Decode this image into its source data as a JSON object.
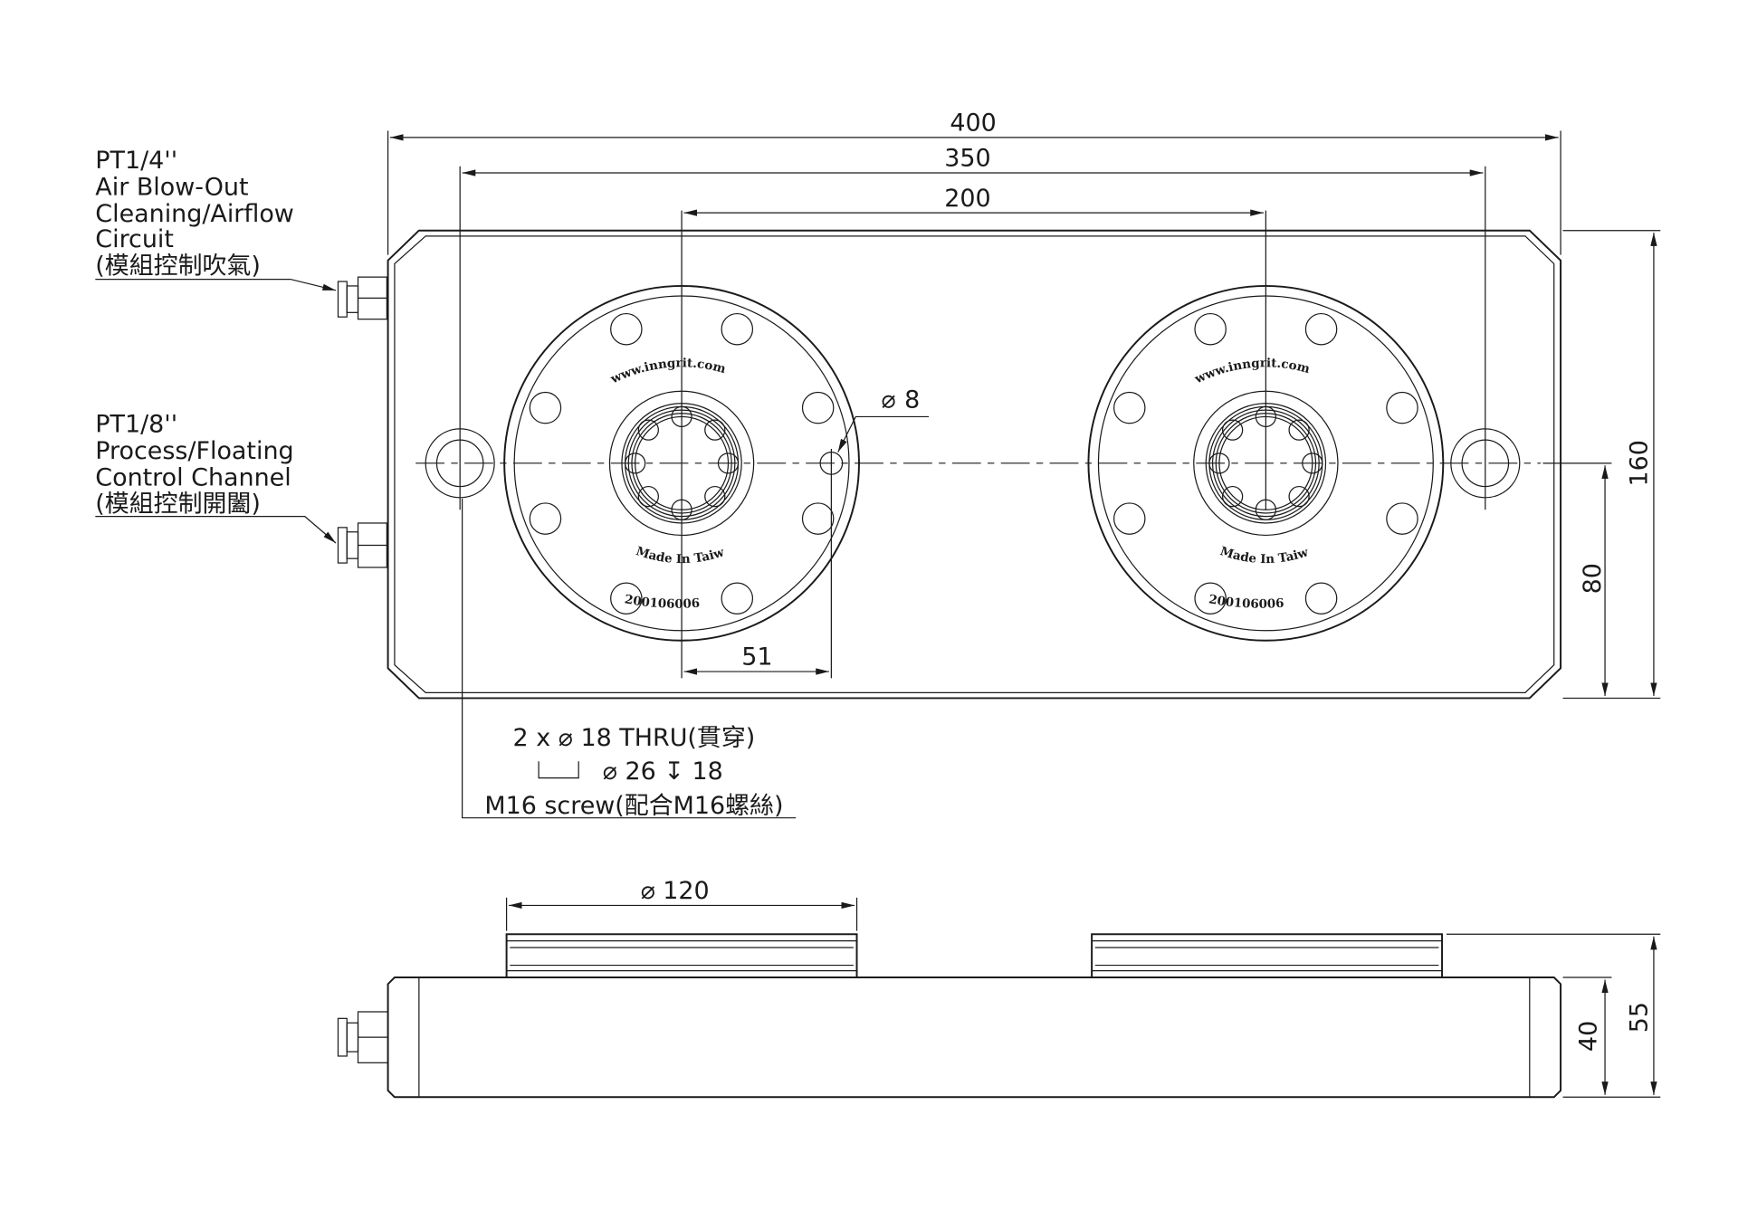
{
  "labels": {
    "air_port": {
      "size": "PT1/4''",
      "line1": "Air Blow-Out",
      "line2": "Cleaning/Airflow",
      "line3": "Circuit",
      "chinese": "(模組控制吹氣)"
    },
    "control_port": {
      "size": "PT1/8''",
      "line1": "Process/Floating",
      "line2": "Control Channel",
      "chinese": "(模組控制開闔)"
    }
  },
  "dimensions": {
    "overall_length": "400",
    "hole_spacing": "350",
    "chuck_spacing": "200",
    "pin_offset": "51",
    "pin_diameter": "8",
    "width": "160",
    "half_width": "80",
    "chuck_diameter": "120",
    "plate_height": "40",
    "total_height": "55"
  },
  "hole_note": {
    "line1": "2 x ⌀ 18 THRU(貫穿)",
    "line2": "⌀ 26 ↧ 18",
    "line3": "M16 screw(配合M16螺絲)"
  },
  "chuck_markings": {
    "website": "www.inngrit.com",
    "origin": "Made In Taiwan",
    "serial": "200106006"
  },
  "symbols": {
    "diameter": "⌀"
  }
}
